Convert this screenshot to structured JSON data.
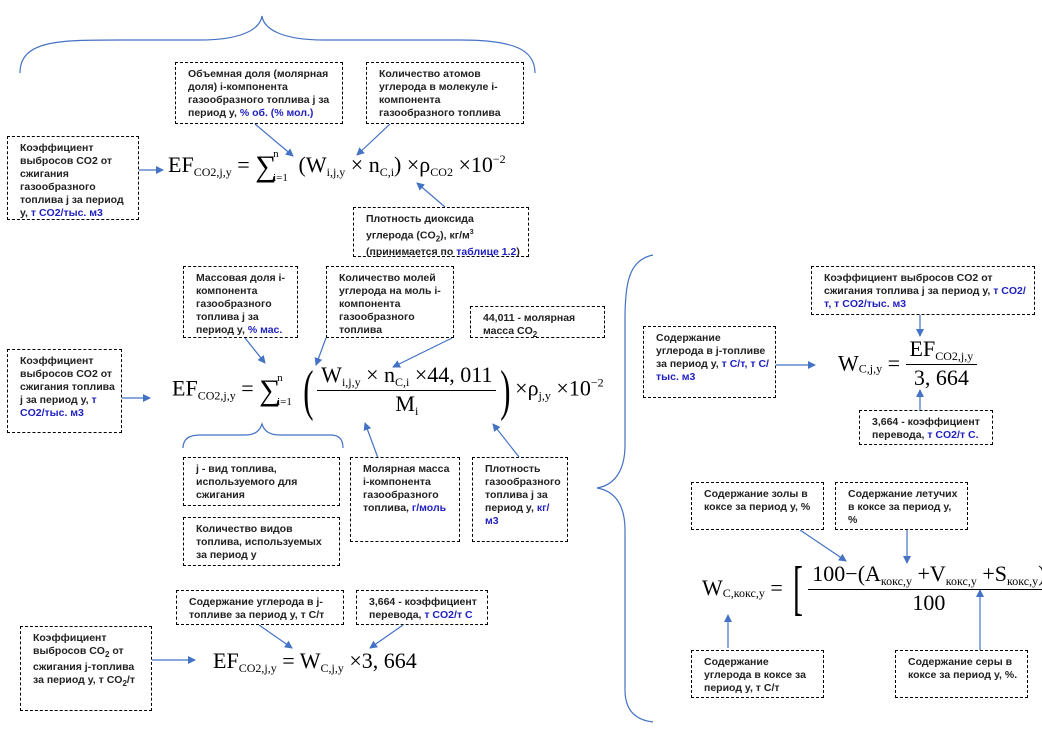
{
  "colors": {
    "arrow": "#4472c4",
    "accent_text": "#1f1fbf",
    "box_border": "#000000"
  },
  "section1": {
    "result_box": {
      "text": "Коэффициент выбросов CO2 от сжигания газообразного топлива j за период y, ",
      "unit": "т CO2/тыс. м3"
    },
    "volume_fraction_box": {
      "text": "Объемная доля (молярная доля) i-компонента газообразного топлива j за период y, ",
      "unit": "% об. (% мол.)"
    },
    "carbon_atoms_box": {
      "text": "Количество атомов углерода в молекуле i-компонента газообразного топлива"
    },
    "co2_density_box": {
      "text_before": "Плотность диоксида углерода (CO",
      "sub": "2",
      "text_after": "), кг/м",
      "sup": "3",
      "line3_before": "(принимается по ",
      "link": "таблице 1.2",
      "line3_after": ")"
    },
    "formula": {
      "lhs": "EF",
      "lhs_sub": "CO2,j,y",
      "eq": "=",
      "sum_top": "n",
      "sum_bot": "i=1",
      "term1": "(W",
      "term1_sub": "i,j,y",
      "times": "×",
      "term2": "n",
      "term2_sub": "C,i",
      "close": ")",
      "rho": "ρ",
      "rho_sub": "CO2",
      "power_base": "10",
      "power_exp": "−2"
    }
  },
  "section2": {
    "result_box": {
      "text": "Коэффициент выбросов CO2 от сжигания топлива j за период y, ",
      "unit": "т CO2/тыс. м3"
    },
    "mass_fraction_box": {
      "text": "Массовая доля i-компонента газообразного топлива j за период y, ",
      "unit": "% мас."
    },
    "carbon_moles_box": {
      "text": "Количество молей углерода на моль i-компонента газообразного топлива"
    },
    "molar_mass_co2_box": {
      "text": "44,011 - молярная масса CO",
      "sub": "2"
    },
    "fuel_type_box": {
      "text": "j - вид топлива, используемого для сжигания"
    },
    "fuel_count_box": {
      "text": "Количество видов топлива, используемых за период y"
    },
    "molar_mass_box": {
      "text": "Молярная масса i-компонента газообразного топлива, ",
      "unit": "г/моль"
    },
    "fuel_density_box": {
      "text": "Плотность газообразного топлива j за период y, ",
      "unit": "кг/м3"
    },
    "formula": {
      "lhs": "EF",
      "lhs_sub": "CO2,j,y",
      "eq": "=",
      "sum_top": "n",
      "sum_bot": "i=1",
      "num_w": "W",
      "num_w_sub": "i,j,y",
      "times": "×",
      "num_n": "n",
      "num_n_sub": "C,i",
      "num_const": "44, 011",
      "den": "M",
      "den_sub": "i",
      "rho": "ρ",
      "rho_sub": "j,y",
      "power_base": "10",
      "power_exp": "−2"
    }
  },
  "section3": {
    "result_box": {
      "text_before": "Коэффициент выбросов CO",
      "sub": "2",
      "text_mid": " от сжигания j-топлива за период y, т CO",
      "sub2": "2",
      "text_after": "/т"
    },
    "carbon_content_box": {
      "text": "Содержание углерода в j-топливе за период y, т С/т"
    },
    "conversion_box": {
      "text": "3,664 - коэффициент перевода, ",
      "unit": "т CO2/т С"
    },
    "formula": {
      "lhs": "EF",
      "lhs_sub": "CO2,j,y",
      "eq": "=",
      "w": "W",
      "w_sub": "C,j,y",
      "times": "×",
      "const": "3, 664"
    }
  },
  "section4": {
    "emission_box": {
      "text": "Коэффициент выбросов CO2 от сжигания топлива j за период y, ",
      "unit": "т CO2/т, т CO2/тыс. м3"
    },
    "carbon_content_box": {
      "text": "Содержание углерода в j-топливе за период y, ",
      "unit": "т С/т, т С/тыс. м3"
    },
    "conversion_box": {
      "text": "3,664 - коэффициент перевода, ",
      "unit": "т CO2/т С."
    },
    "formula": {
      "lhs": "W",
      "lhs_sub": "C,j,y",
      "eq": "=",
      "num": "EF",
      "num_sub": "CO2,j,y",
      "den": "3, 664"
    }
  },
  "section5": {
    "ash_box": {
      "text": "Содержание золы в коксе за период y, %"
    },
    "volatile_box": {
      "text": "Содержание летучих в коксе за период y, %"
    },
    "coke_carbon_box": {
      "text": "Содержание углерода в коксе за период y, т С/т"
    },
    "sulfur_box": {
      "text": "Содержание серы в коксе за период y, %."
    },
    "formula": {
      "lhs": "W",
      "lhs_sub": "C,кокс,y",
      "eq": "=",
      "open": "[",
      "close": "]",
      "num_100": "100",
      "minus": "−",
      "open_paren": "(",
      "a": "A",
      "a_sub": "кокс,y",
      "plus": "+",
      "v": "V",
      "v_sub": "кокс,y",
      "s": "S",
      "s_sub": "кокс,y",
      "close_paren": ")",
      "den": "100"
    }
  }
}
